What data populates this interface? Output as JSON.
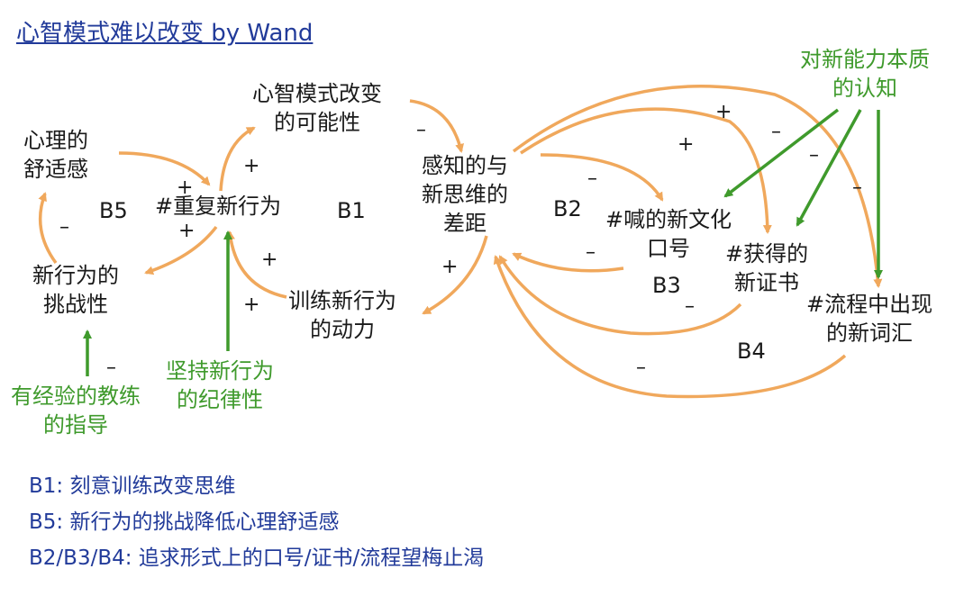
{
  "title": "心智模式难以改变 by Wand",
  "nodes": {
    "comfort": [
      "心理的",
      "舒适感"
    ],
    "repeat": [
      "#重复新行为"
    ],
    "possibility": [
      "心智模式改变",
      "的可能性"
    ],
    "challenge": [
      "新行为的",
      "挑战性"
    ],
    "training": [
      "训练新行为",
      "的动力"
    ],
    "gap": [
      "感知的与",
      "新思维的",
      "差距"
    ],
    "slogan": [
      "#喊的新文化",
      "口号"
    ],
    "certificate": [
      "#获得的",
      "新证书"
    ],
    "vocabulary": [
      "#流程中出现",
      "的新词汇"
    ],
    "understanding": [
      "对新能力本质",
      "的认知"
    ],
    "coach": [
      "有经验的教练",
      "的指导"
    ],
    "discipline": [
      "坚持新行为",
      "的纪律性"
    ]
  },
  "loops": {
    "b5": "B5",
    "b1": "B1",
    "b2": "B2",
    "b3": "B3",
    "b4": "B4"
  },
  "signs": {
    "plus": "+",
    "minus": "–"
  },
  "legend": [
    "B1: 刻意训练改变思维",
    "B5: 新行为的挑战降低心理舒适感",
    "B2/B3/B4: 追求形式上的口号/证书/流程望梅止渴"
  ],
  "colors": {
    "orange_arrow": "#f0a85c",
    "green_arrow": "#3f9a2c",
    "title_blue": "#223b9a",
    "text_dark": "#1a1a1a"
  }
}
